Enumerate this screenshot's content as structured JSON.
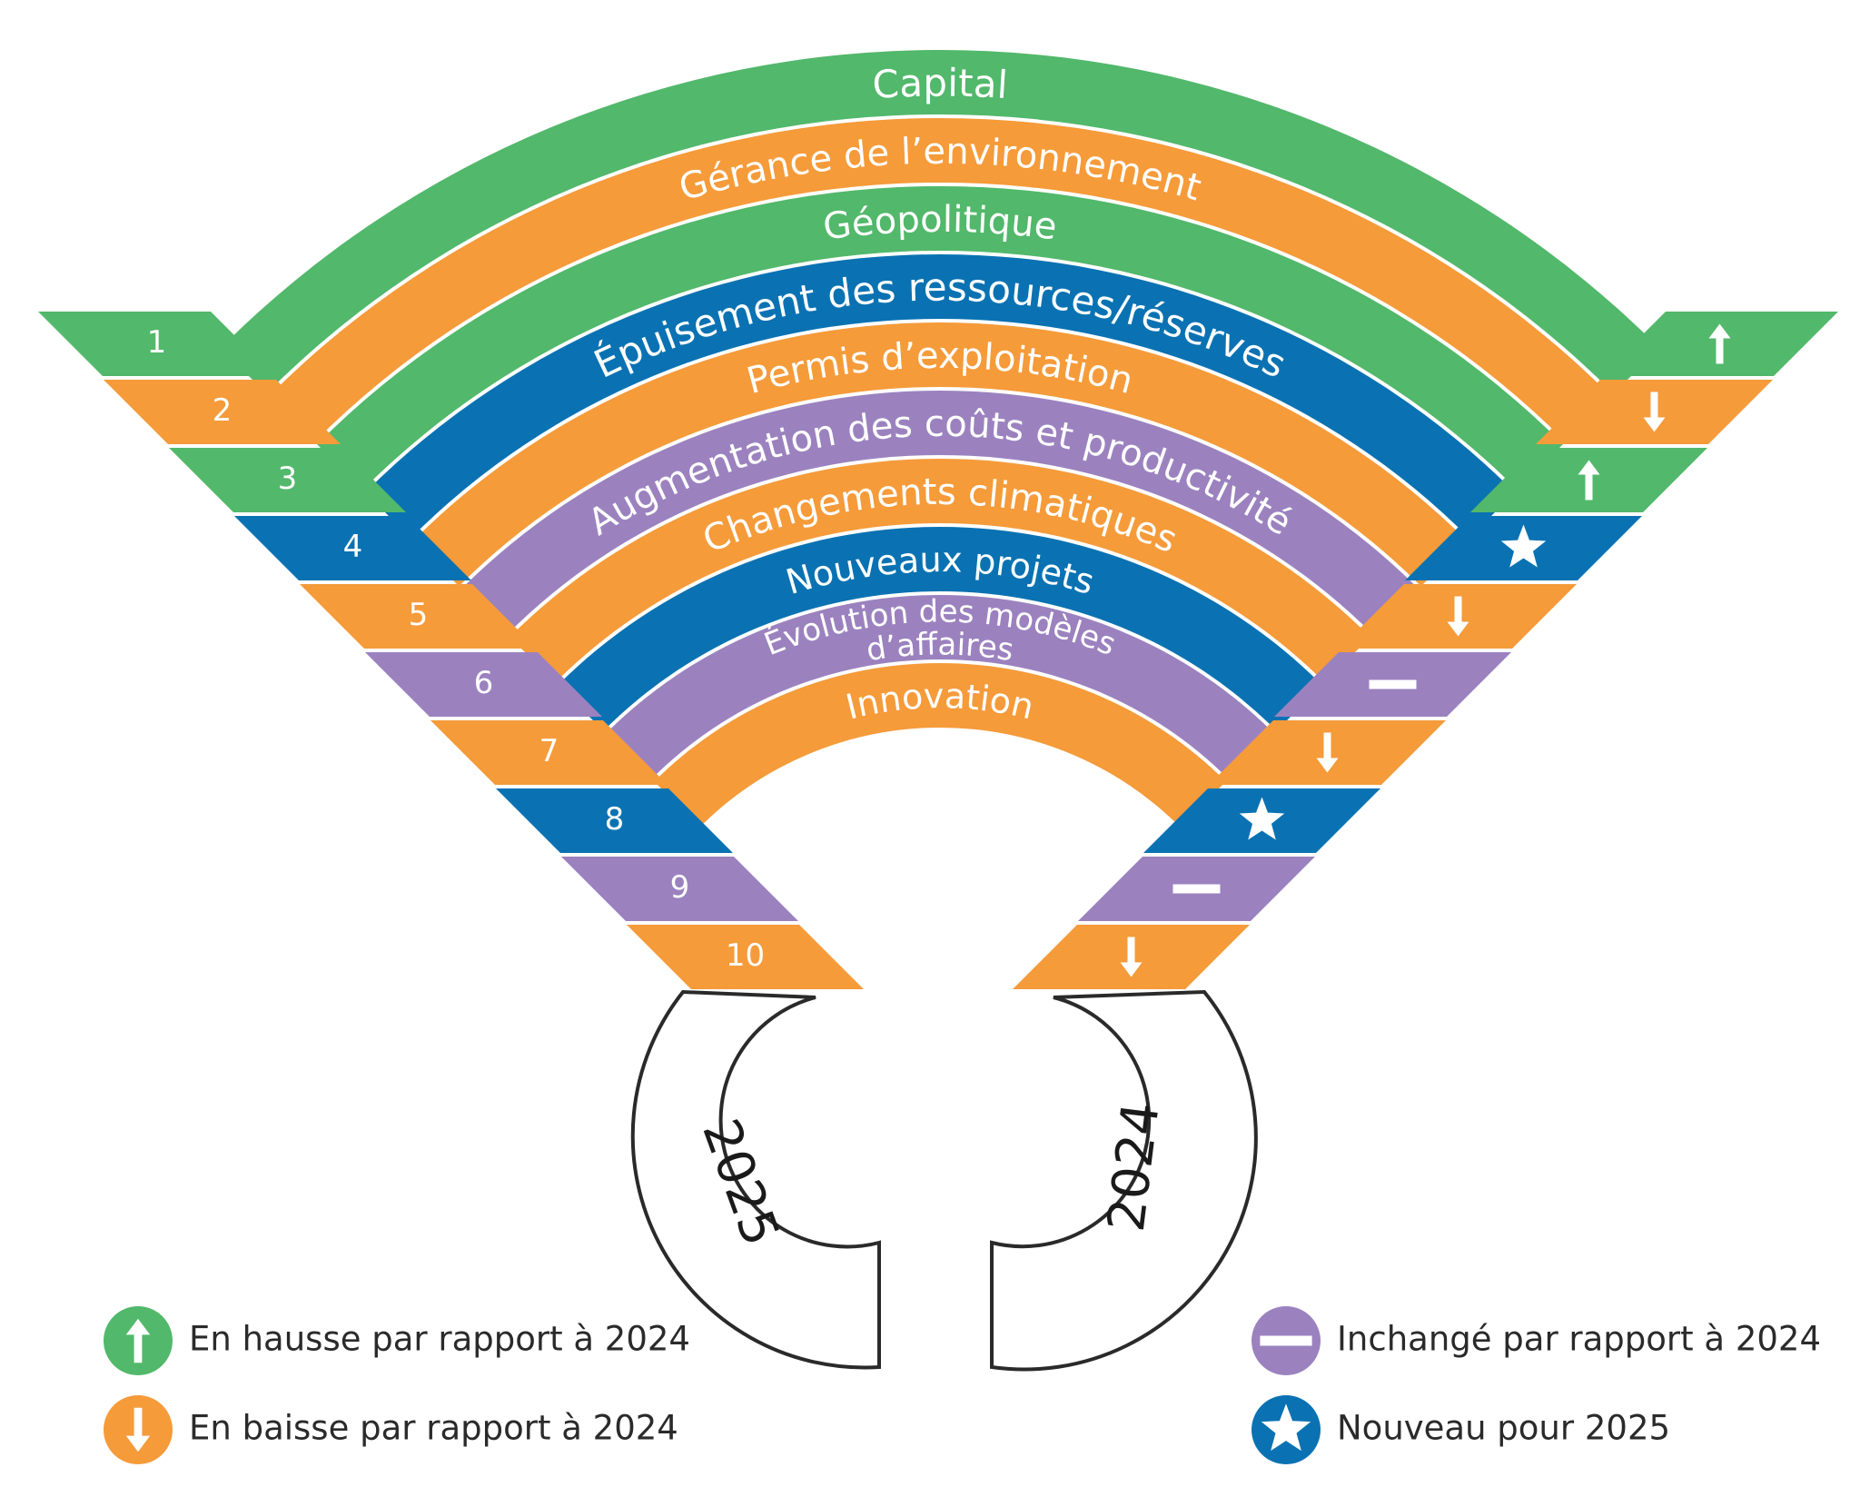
{
  "colors": {
    "green": "#52b86b",
    "orange": "#f59b3a",
    "blue": "#0a72b2",
    "purple": "#9b82bf",
    "outline": "#2a2a2a",
    "text_on_band": "#ffffff"
  },
  "risks": [
    {
      "rank": "1",
      "label": "Capital",
      "label_lines": [],
      "color": "green",
      "change": "up"
    },
    {
      "rank": "2",
      "label": "Gérance de l’environnement",
      "label_lines": [],
      "color": "orange",
      "change": "down"
    },
    {
      "rank": "3",
      "label": "Géopolitique",
      "label_lines": [],
      "color": "green",
      "change": "up"
    },
    {
      "rank": "4",
      "label": "Épuisement des ressources/réserves",
      "label_lines": [],
      "color": "blue",
      "change": "new"
    },
    {
      "rank": "5",
      "label": "Permis d’exploitation",
      "label_lines": [],
      "color": "orange",
      "change": "down"
    },
    {
      "rank": "6",
      "label": "Augmentation des coûts et productivité",
      "label_lines": [],
      "color": "purple",
      "change": "same"
    },
    {
      "rank": "7",
      "label": "Changements climatiques",
      "label_lines": [],
      "color": "orange",
      "change": "down"
    },
    {
      "rank": "8",
      "label": "Nouveaux projets",
      "label_lines": [],
      "color": "blue",
      "change": "new"
    },
    {
      "rank": "9",
      "label": "Évolution des modèles d’affaires",
      "label_lines": [
        "Évolution des modèles",
        "d’affaires"
      ],
      "color": "purple",
      "change": "same"
    },
    {
      "rank": "10",
      "label": "Innovation",
      "label_lines": [],
      "color": "orange",
      "change": "down"
    }
  ],
  "years": {
    "left": "2025",
    "right": "2024"
  },
  "legend": [
    {
      "icon": "up-arrow-icon",
      "color": "green",
      "text": "En hausse par rapport à 2024"
    },
    {
      "icon": "down-arrow-icon",
      "color": "orange",
      "text": "En baisse par rapport à 2024"
    },
    {
      "icon": "minus-icon",
      "color": "purple",
      "text": "Inchangé par rapport à 2024"
    },
    {
      "icon": "star-icon",
      "color": "blue",
      "text": "Nouveau pour 2025"
    }
  ]
}
